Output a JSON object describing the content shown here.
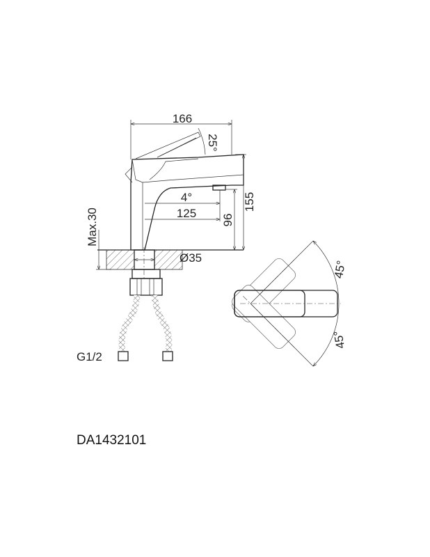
{
  "dimensions": {
    "overall_length": "166",
    "lever_angle": "25°",
    "height": "155",
    "spout_angle": "4°",
    "spout_reach": "125",
    "spout_height": "96",
    "max_thickness": "Max.30",
    "hole_diameter": "Ø35",
    "connection": "G1/2",
    "rotation_left": "45°",
    "rotation_right": "45°"
  },
  "model_number": "DA1432101"
}
